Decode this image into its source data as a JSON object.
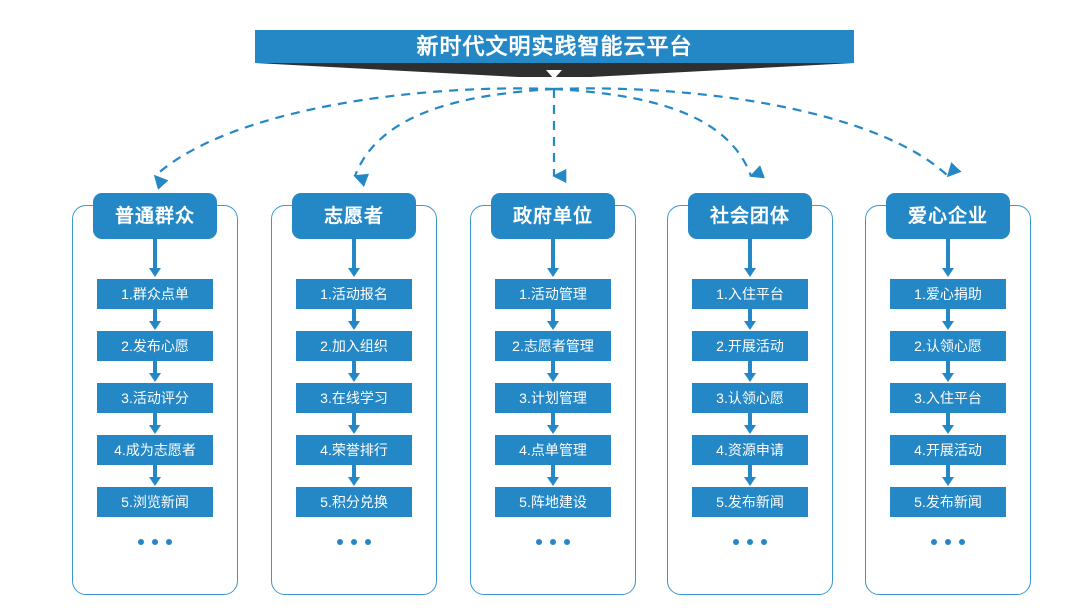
{
  "title": {
    "text": "新时代文明实践智能云平台"
  },
  "colors": {
    "primary_blue": "#2487c6",
    "frame_blue": "#3d97cf",
    "banner_dark": "#2f2f2f",
    "background": "#ffffff",
    "text_on_blue": "#ffffff"
  },
  "ellipsis": "...",
  "columns": [
    {
      "header": "普通群众",
      "items": [
        "1.群众点单",
        "2.发布心愿",
        "3.活动评分",
        "4.成为志愿者",
        "5.浏览新闻"
      ]
    },
    {
      "header": "志愿者",
      "items": [
        "1.活动报名",
        "2.加入组织",
        "3.在线学习",
        "4.荣誉排行",
        "5.积分兑换"
      ]
    },
    {
      "header": "政府单位",
      "items": [
        "1.活动管理",
        "2.志愿者管理",
        "3.计划管理",
        "4.点单管理",
        "5.阵地建设"
      ]
    },
    {
      "header": "社会团体",
      "items": [
        "1.入住平台",
        "2.开展活动",
        "3.认领心愿",
        "4.资源申请",
        "5.发布新闻"
      ]
    },
    {
      "header": "爱心企业",
      "items": [
        "1.爱心捐助",
        "2.认领心愿",
        "3.入住平台",
        "4.开展活动",
        "5.发布新闻"
      ]
    }
  ]
}
